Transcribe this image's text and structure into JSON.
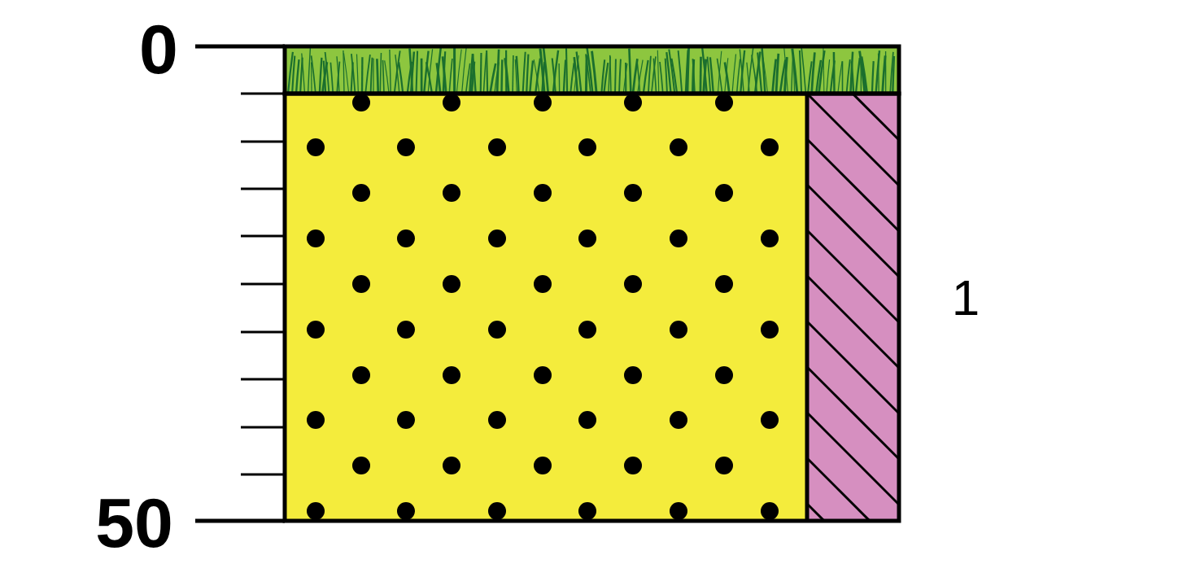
{
  "diagram": {
    "labels": [
      "0",
      "50",
      "1"
    ]
  }
}
